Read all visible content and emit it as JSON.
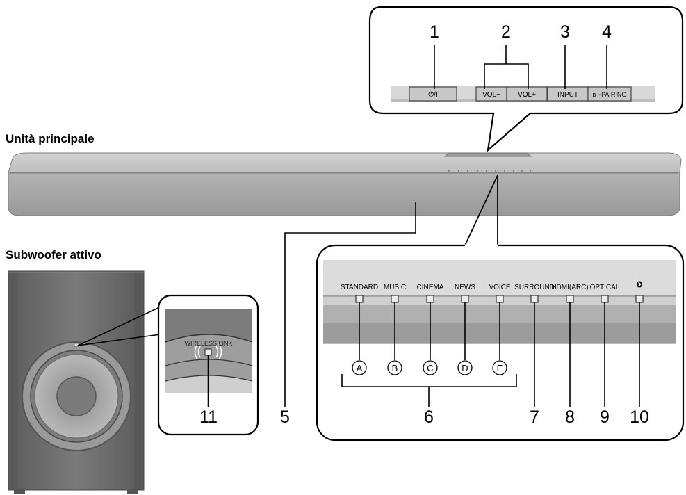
{
  "titles": {
    "main_unit": "Unità principale",
    "subwoofer": "Subwoofer attivo"
  },
  "top_buttons": [
    {
      "number": "1",
      "label": "⏻/I"
    },
    {
      "number": "2",
      "label": "VOL−"
    },
    {
      "number": "2",
      "label": "VOL+"
    },
    {
      "number": "3",
      "label": "INPUT"
    },
    {
      "number": "4",
      "label": "ʙ −PAIRING"
    }
  ],
  "callout_numbers": {
    "n1": "1",
    "n2": "2",
    "n3": "3",
    "n4": "4",
    "n5": "5",
    "n6": "6",
    "n7": "7",
    "n8": "8",
    "n9": "9",
    "n10": "10",
    "n11": "11"
  },
  "indicators": [
    {
      "label": "STANDARD",
      "letter": "A"
    },
    {
      "label": "MUSIC",
      "letter": "B"
    },
    {
      "label": "CINEMA",
      "letter": "C"
    },
    {
      "label": "NEWS",
      "letter": "D"
    },
    {
      "label": "VOICE",
      "letter": "E"
    },
    {
      "label": "SURROUND",
      "letter": ""
    },
    {
      "label": "HDMI(ARC)",
      "letter": ""
    },
    {
      "label": "OPTICAL",
      "letter": ""
    },
    {
      "label": "",
      "letter": "",
      "icon": "bluetooth-icon"
    }
  ],
  "subwoofer_indicator": {
    "label": "WIRELESS LINK"
  },
  "colors": {
    "bar_top": "#c6c6c6",
    "bar_front": "#a5a5a5",
    "panel_light": "#d9d9d9",
    "panel_mid": "#a9a9a9",
    "panel_dark": "#8a8a8a",
    "subwoofer_body": "#6f6f6f"
  }
}
